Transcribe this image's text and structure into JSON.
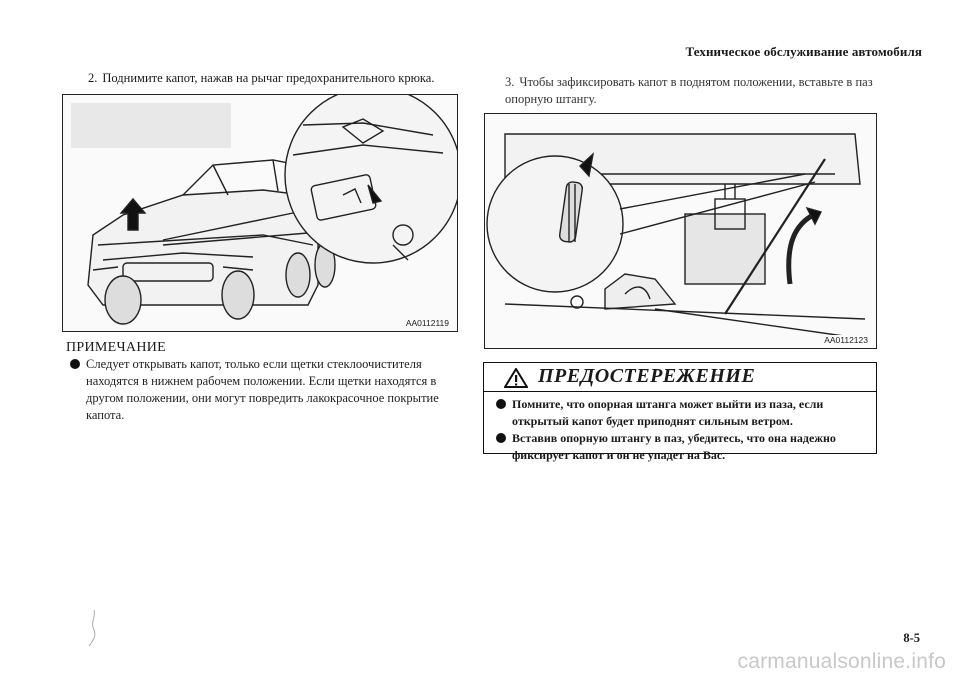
{
  "header": {
    "section_title": "Техническое обслуживание автомобиля"
  },
  "step2": {
    "number": "2.",
    "text": "Поднимите капот, нажав на рычаг предохранительного крюка."
  },
  "step3": {
    "number": "3.",
    "text": "Чтобы зафиксировать капот в поднятом положении, вставьте в паз опорную штангу."
  },
  "figure1": {
    "code": "AA0112119",
    "icon": "hood-release-lever-illustration"
  },
  "figure2": {
    "code": "AA0112123",
    "icon": "hood-support-rod-illustration"
  },
  "note": {
    "heading": "ПРИМЕЧАНИЕ",
    "items": [
      "Следует открывать капот, только если щетки стеклоочистителя находятся в нижнем рабочем положении. Если щетки находятся в другом положении, они могут повредить лакокрасочное покрытие капота."
    ]
  },
  "warning": {
    "icon": "warning-triangle-icon",
    "title": "ПРЕДОСТЕРЕЖЕНИЕ",
    "items": [
      "Помните, что опорная штанга может выйти из паза, если открытый капот будет приподнят сильным ветром.",
      "Вставив опорную штангу в паз, убедитесь, что она надежно фиксирует капот и он не упадет на Вас."
    ]
  },
  "page_number": "8-5",
  "watermark": "carmanualsonline.info"
}
